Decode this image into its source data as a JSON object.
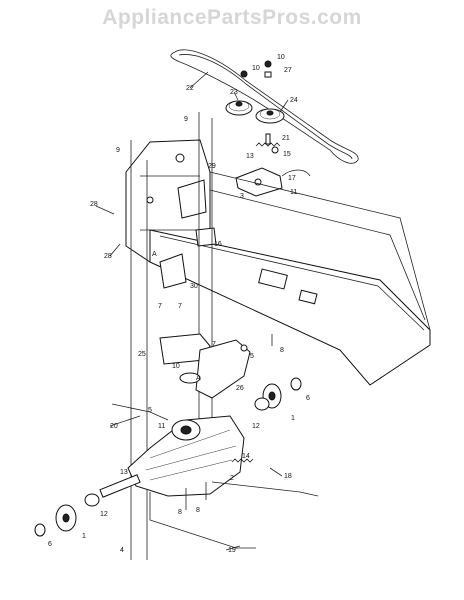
{
  "watermark": "AppliancePartsPros.com",
  "callouts": [
    {
      "id": "c1a",
      "text": "1"
    },
    {
      "id": "c1b",
      "text": "1"
    },
    {
      "id": "c2",
      "text": "2"
    },
    {
      "id": "c3",
      "text": "3"
    },
    {
      "id": "c4",
      "text": "4"
    },
    {
      "id": "c5a",
      "text": "5"
    },
    {
      "id": "c5b",
      "text": "5"
    },
    {
      "id": "c6a",
      "text": "6"
    },
    {
      "id": "c6b",
      "text": "6"
    },
    {
      "id": "c7a",
      "text": "7"
    },
    {
      "id": "c7b",
      "text": "7"
    },
    {
      "id": "c7c",
      "text": "7"
    },
    {
      "id": "c8a",
      "text": "8"
    },
    {
      "id": "c8b",
      "text": "8"
    },
    {
      "id": "c8c",
      "text": "8"
    },
    {
      "id": "c9a",
      "text": "9"
    },
    {
      "id": "c9b",
      "text": "9"
    },
    {
      "id": "c10a",
      "text": "10"
    },
    {
      "id": "c10b",
      "text": "10"
    },
    {
      "id": "c10c",
      "text": "10"
    },
    {
      "id": "c11a",
      "text": "11"
    },
    {
      "id": "c11b",
      "text": "11"
    },
    {
      "id": "c12a",
      "text": "12"
    },
    {
      "id": "c12b",
      "text": "12"
    },
    {
      "id": "c13a",
      "text": "13"
    },
    {
      "id": "c13b",
      "text": "13"
    },
    {
      "id": "c14",
      "text": "14"
    },
    {
      "id": "c15",
      "text": "15"
    },
    {
      "id": "c16",
      "text": "16"
    },
    {
      "id": "c17",
      "text": "17"
    },
    {
      "id": "c18",
      "text": "18"
    },
    {
      "id": "c19",
      "text": "19"
    },
    {
      "id": "c20",
      "text": "20"
    },
    {
      "id": "c21",
      "text": "21"
    },
    {
      "id": "c22",
      "text": "22"
    },
    {
      "id": "c23",
      "text": "23"
    },
    {
      "id": "c24",
      "text": "24"
    },
    {
      "id": "c25",
      "text": "25"
    },
    {
      "id": "c26",
      "text": "26"
    },
    {
      "id": "c27",
      "text": "27"
    },
    {
      "id": "c28a",
      "text": "28"
    },
    {
      "id": "c28b",
      "text": "28"
    },
    {
      "id": "c29",
      "text": "29"
    },
    {
      "id": "c30",
      "text": "30"
    },
    {
      "id": "cA1",
      "text": "A"
    },
    {
      "id": "cA2",
      "text": "A"
    }
  ]
}
